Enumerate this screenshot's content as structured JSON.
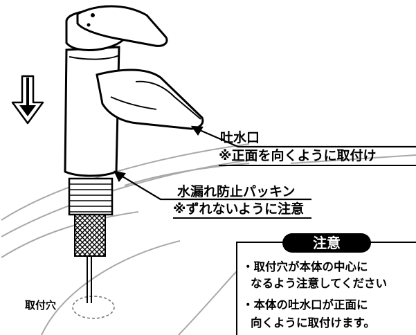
{
  "labels": {
    "spout_title": "吐水口",
    "spout_note": "※正面を向くように取付け",
    "gasket_title": "水漏れ防止パッキン",
    "gasket_note": "※ずれないように注意",
    "hole": "取付穴"
  },
  "caution": {
    "heading": "注意",
    "lines": [
      "・取付穴が本体の中心に",
      "なるよう注意してください",
      "・本体の吐水口が正面に",
      "向くように取付けます。"
    ]
  },
  "colors": {
    "ink": "#000000",
    "sink": "#9a9a9a",
    "paper": "#ffffff"
  },
  "icons": [
    "down-arrow-icon"
  ]
}
